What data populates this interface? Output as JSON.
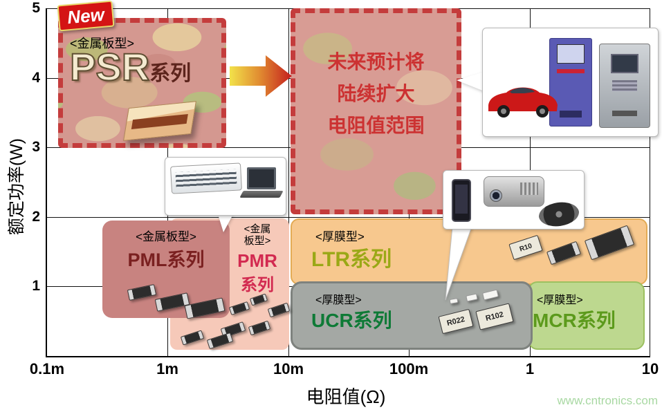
{
  "axes": {
    "y_title": "额定功率(W)",
    "x_title": "电阻值(Ω)",
    "y_ticks": [
      "5",
      "4",
      "3",
      "2",
      "1"
    ],
    "x_ticks": [
      "0.1m",
      "1m",
      "10m",
      "100m",
      "1",
      "10"
    ]
  },
  "badge": {
    "label": "New"
  },
  "regions": {
    "psr": {
      "type_label": "<金属板型>",
      "name": "PSR",
      "name_suffix": "系列"
    },
    "future": {
      "line1": "未来预计将",
      "line2": "陆续扩大",
      "line3": "电阻值范围"
    },
    "pml": {
      "type_label": "<金属板型>",
      "name": "PML系列"
    },
    "pmr": {
      "type_label_line1": "<金属",
      "type_label_line2": "板型>",
      "name_line1": "PMR",
      "name_line2": "系列"
    },
    "ltr": {
      "type_label": "<厚膜型>",
      "name": "LTR系列"
    },
    "ucr": {
      "type_label": "<厚膜型>",
      "name": "UCR系列"
    },
    "mcr": {
      "type_label": "<厚膜型>",
      "name": "MCR系列"
    }
  },
  "chips": {
    "ltr_label": "R10",
    "ucr_label_1": "R022",
    "ucr_label_2": "R102"
  },
  "callouts": {
    "pmr_products": [
      "air-conditioner",
      "laptop"
    ],
    "future_products": [
      "car",
      "vending-machine",
      "kiosk"
    ],
    "ucr_products": [
      "smartphone",
      "projector",
      "hard-disk-platter"
    ]
  },
  "watermark": "www.cntronics.com",
  "colors": {
    "dashed_border": "#c43c3c",
    "future_text": "#cc3232",
    "pml_fill": "#c88380",
    "pmr_fill": "#f6c9b9",
    "ltr_fill": "#f7c88e",
    "ucr_fill": "#a4a8a4",
    "mcr_fill": "#bdd88f",
    "pml_text": "#7a2020",
    "pmr_text": "#d22a50",
    "ltr_text": "#9aa816",
    "ucr_text": "#0e7a36",
    "mcr_text": "#5c9a1c",
    "watermark": "#a8d8a2"
  },
  "chart_data": {
    "type": "area",
    "title": "",
    "xlabel": "电阻值(Ω)",
    "ylabel": "额定功率(W)",
    "x_scale": "log",
    "x_tick_labels": [
      "0.1m",
      "1m",
      "10m",
      "100m",
      "1",
      "10"
    ],
    "ylim": [
      0,
      5
    ],
    "grid": true,
    "series": [
      {
        "name": "PSR系列",
        "category": "金属板型",
        "badge": "New",
        "resistance_range_ohm": [
          "0.12m",
          "3m"
        ],
        "power_range_w": [
          3,
          4.9
        ]
      },
      {
        "name": "PML系列",
        "category": "金属板型",
        "resistance_range_ohm": [
          "0.3m",
          "3m"
        ],
        "power_range_w": [
          0.55,
          1.95
        ]
      },
      {
        "name": "PMR系列",
        "category": "金属板型",
        "resistance_range_ohm": [
          "1m",
          "10m"
        ],
        "power_range_w": [
          0,
          2
        ]
      },
      {
        "name": "LTR系列",
        "category": "厚膜型",
        "resistance_range_ohm": [
          "10m",
          "10"
        ],
        "power_range_w": [
          1,
          2
        ]
      },
      {
        "name": "UCR系列",
        "category": "厚膜型",
        "resistance_range_ohm": [
          "10m",
          "1"
        ],
        "power_range_w": [
          0,
          1
        ]
      },
      {
        "name": "MCR系列",
        "category": "厚膜型",
        "resistance_range_ohm": [
          "1",
          "10"
        ],
        "power_range_w": [
          0,
          1
        ]
      }
    ],
    "annotation": {
      "text": "未来预计将陆续扩大电阻值范围",
      "applies_to": "PSR系列",
      "target_region": {
        "resistance_range_ohm": [
          "10m",
          "0.3"
        ],
        "power_range_w": [
          2,
          5
        ]
      }
    }
  }
}
